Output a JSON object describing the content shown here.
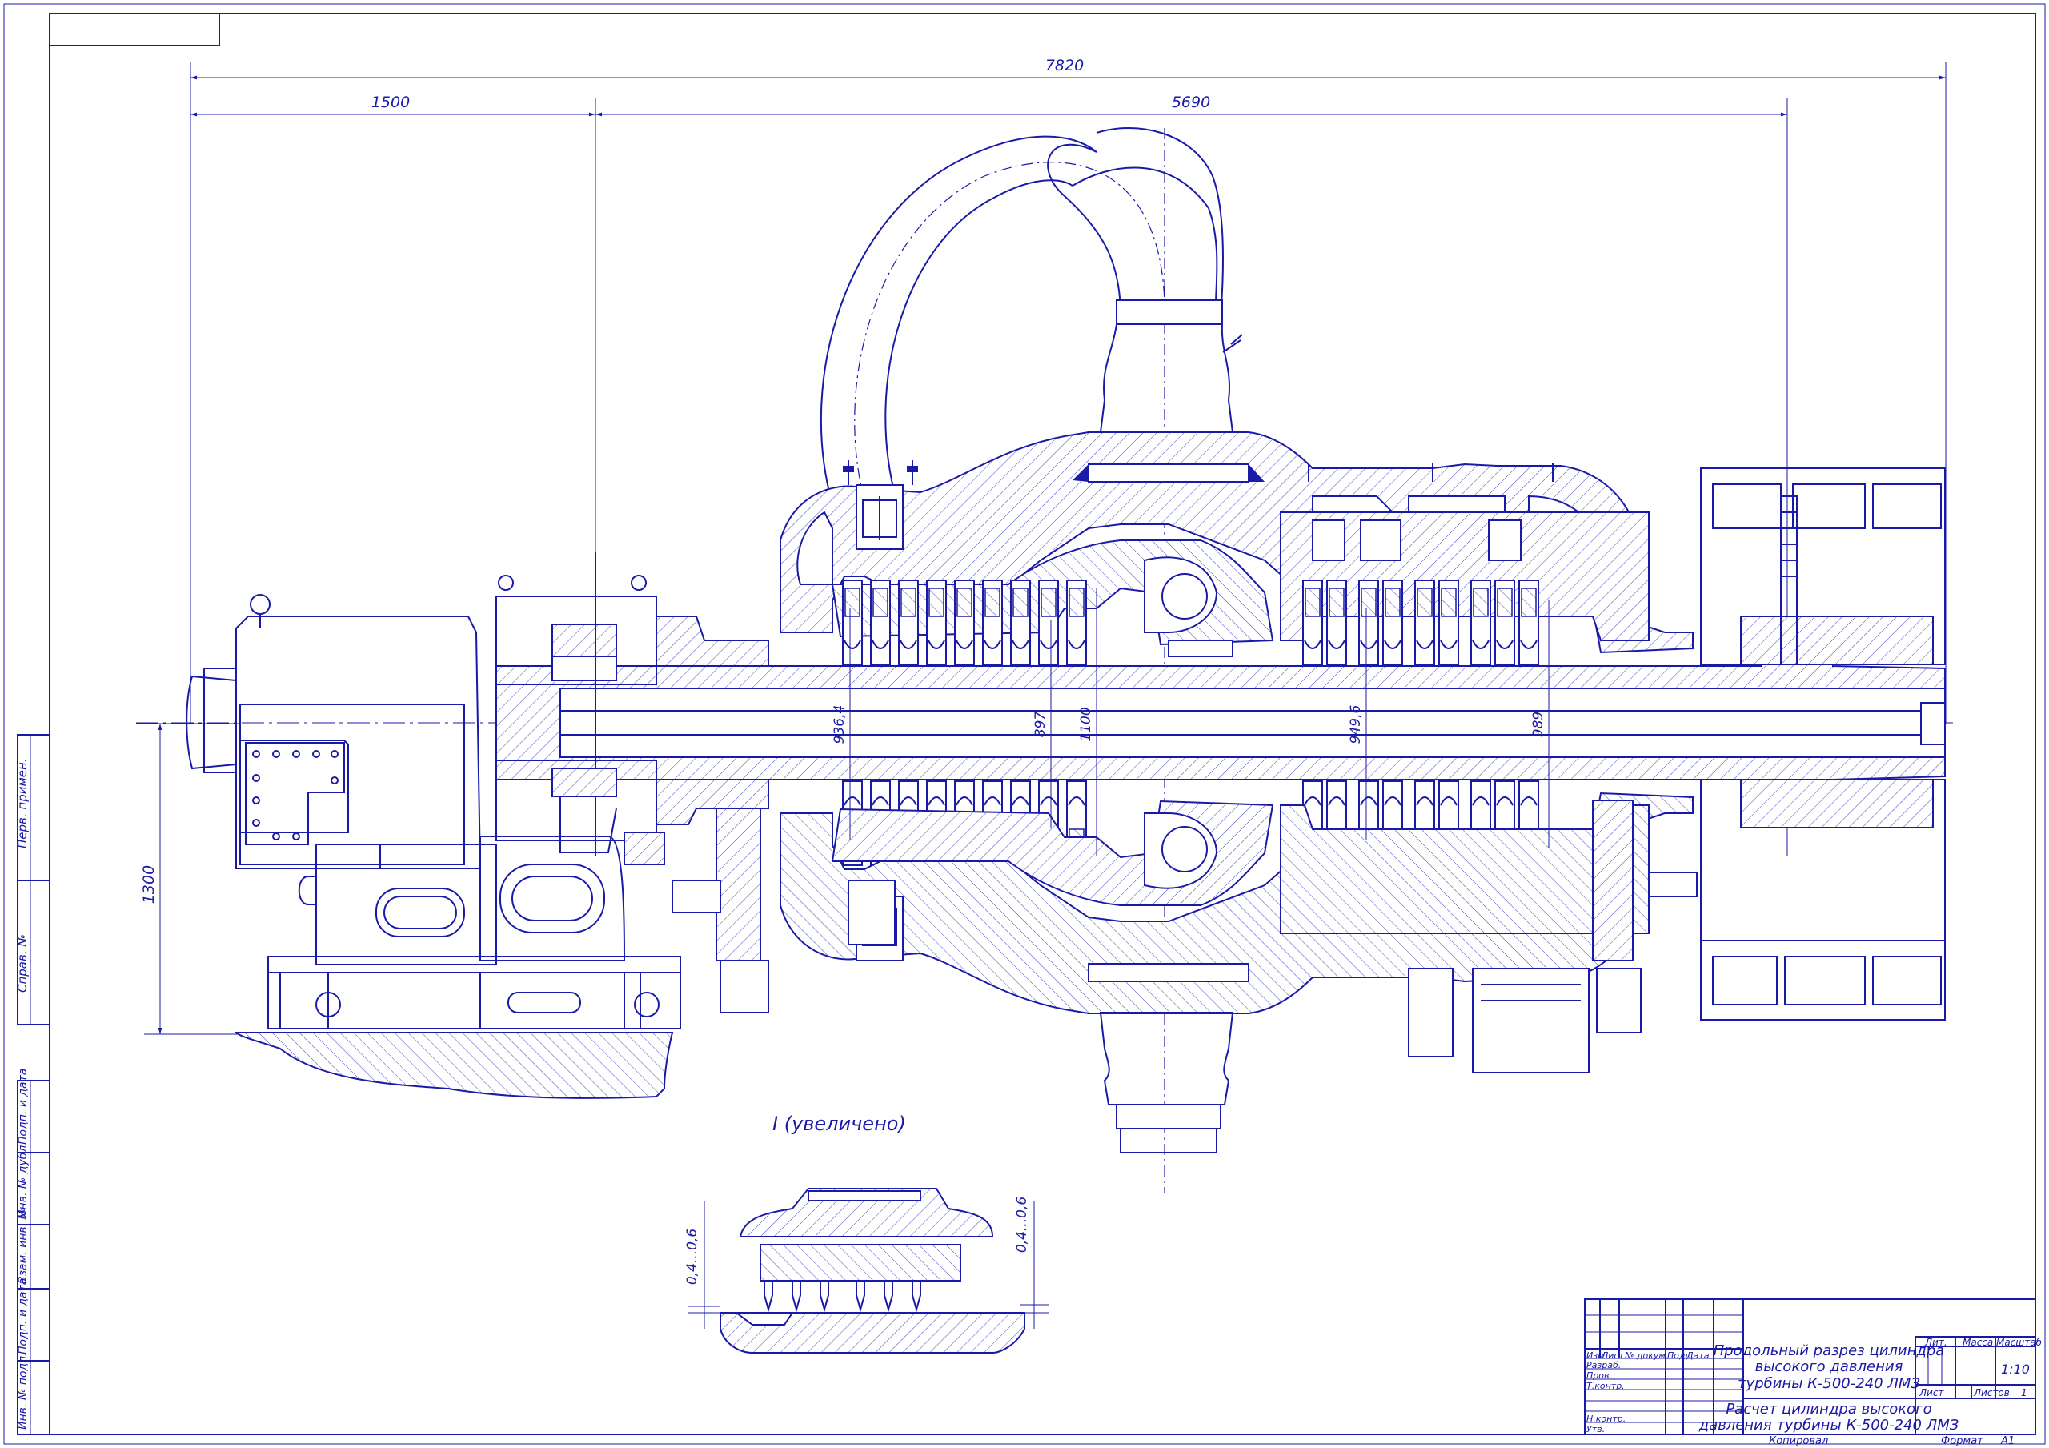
{
  "dimensions": {
    "overall": "7820",
    "left": "1500",
    "right": "5690",
    "height": "1300",
    "diameters": [
      "936,4",
      "897",
      "1100",
      "949,6",
      "989"
    ],
    "gap_left": "0,4...0,6",
    "gap_right": "0,4...0,6"
  },
  "detail_label": "I (увеличено)",
  "side_stamp": {
    "top": [
      "Перв. примен.",
      "Справ. №"
    ],
    "bottom": [
      "Подп. и дата",
      "Инв. № дубл.",
      "Взам. инв. №",
      "Подп. и дата",
      "Инв. № подл."
    ]
  },
  "title_block": {
    "col_headers": [
      "Изм",
      "Лист",
      "№ докум.",
      "Подп.",
      "Дата"
    ],
    "roles": [
      "Разраб.",
      "Пров.",
      "Т.контр.",
      "",
      "Н.контр.",
      "Утв."
    ],
    "title": [
      "Продольный разрез цилиндра",
      "высокого давления",
      "турбины К-500-240 ЛМЗ"
    ],
    "subtitle": [
      "Расчет цилиндра высокого",
      "давления турбины К-500-240 ЛМЗ"
    ],
    "lit_label": "Лит.",
    "mass_label": "Масса",
    "scale_label": "Масштаб",
    "scale_value": "1:10",
    "sheet_label": "Лист",
    "sheets_label": "Листов",
    "sheets_value": "1",
    "copied": "Копировал",
    "format_label": "Формат",
    "format_value": "A1"
  },
  "colors": {
    "ink": "#1a1aa8",
    "paper": "#ffffff"
  }
}
